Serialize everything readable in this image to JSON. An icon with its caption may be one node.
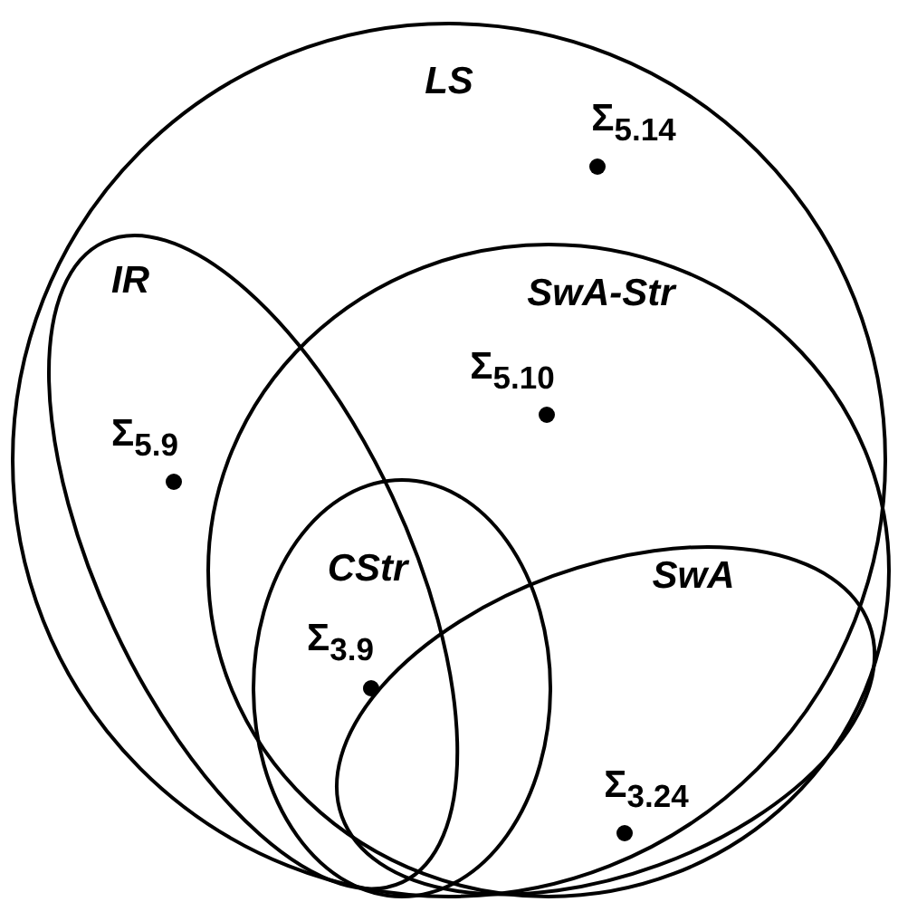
{
  "diagram": {
    "nodes": [
      {
        "text": [
          "LS",
          "Σ$_{5.14}$"
        ]
      },
      {
        "text": [
          "IR",
          "Σ$_{5.9}$"
        ],
        "in": 0
      },
      {
        "text": [
          "SwA-Str",
          "Σ$_{5.10}$"
        ],
        "in": 0
      },
      {
        "text": [
          "CStr",
          "Σ$_{3.9}$"
        ],
        "in": 2
      },
      {
        "text": [
          "SwA",
          "Σ$_{3.24}$"
        ],
        "in": 2
      }
    ]
  }
}
